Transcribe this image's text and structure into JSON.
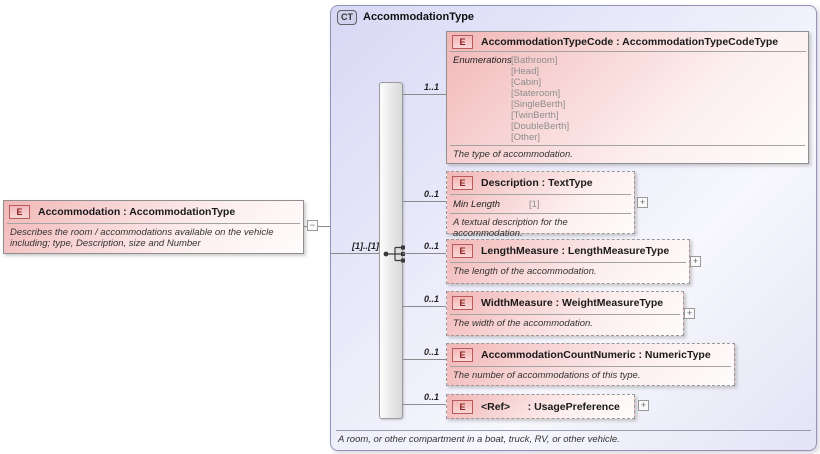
{
  "colors": {
    "element_box_pink": "#f2b6b6",
    "element_icon_red": "#8b2020",
    "container_lavender": "#d8d8f5",
    "border_gray": "#8f8f8f"
  },
  "icons": {
    "collapse": "−",
    "expand": "+",
    "element_badge": "E",
    "complex_type_badge": "CT"
  },
  "source_element": {
    "title": "Accommodation : AccommodationType",
    "description": "Describes the room / accommodations available on the vehicle including; type, Description, size and Number"
  },
  "complex_type": {
    "badge": "CT",
    "title": "AccommodationType",
    "compositor_cardinality": "[1]..[1]",
    "footer": "A room, or other compartment in a boat, truck, RV, or other vehicle."
  },
  "children": [
    {
      "icon": "E",
      "cardinality": "1..1",
      "title": "AccommodationTypeCode : AccommodationTypeCodeType",
      "facet_label": "Enumerations",
      "enumerations": [
        "[Bathroom]",
        "[Head]",
        "[Cabin]",
        "[Stateroom]",
        "[SingleBerth]",
        "[TwinBerth]",
        "[DoubleBerth]",
        "[Other]"
      ],
      "annotation": "The type of accommodation."
    },
    {
      "icon": "E",
      "cardinality": "0..1",
      "title": "Description : TextType",
      "facet_label": "Min Length",
      "facet_value": "[1]",
      "annotation": "A textual description for the accommodation.",
      "expand_icon": "+"
    },
    {
      "icon": "E",
      "cardinality": "0..1",
      "title": "LengthMeasure : LengthMeasureType",
      "annotation": "The length of the accommodation.",
      "expand_icon": "+"
    },
    {
      "icon": "E",
      "cardinality": "0..1",
      "title": "WidthMeasure : WeightMeasureType",
      "annotation": "The width of the accommodation.",
      "expand_icon": "+"
    },
    {
      "icon": "E",
      "cardinality": "0..1",
      "title": "AccommodationCountNumeric : NumericType",
      "annotation": "The number of accommodations of this type."
    },
    {
      "icon": "E",
      "cardinality": "0..1",
      "title": "<Ref>      : UsagePreference",
      "expand_icon": "+"
    }
  ]
}
